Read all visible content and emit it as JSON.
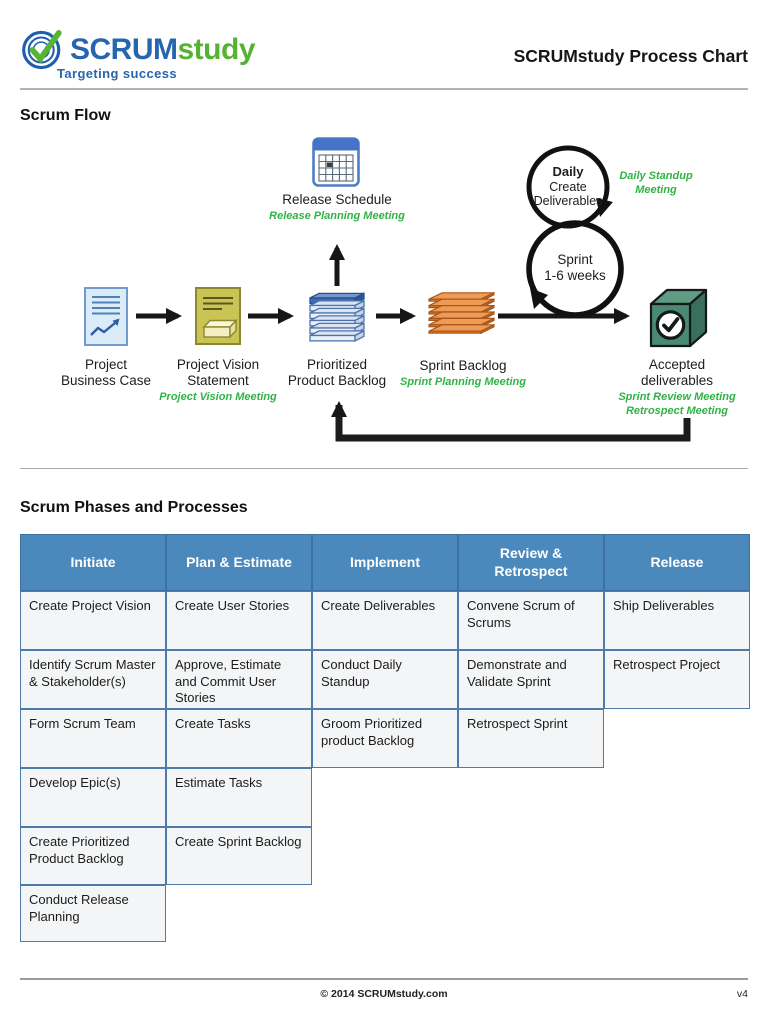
{
  "header": {
    "logo_text_primary": "SCRUM",
    "logo_text_secondary": "study",
    "tagline": "Targeting success",
    "title": "SCRUMstudy Process Chart"
  },
  "flow": {
    "heading": "Scrum Flow",
    "release_schedule": {
      "label": "Release Schedule",
      "meeting": "Release Planning Meeting"
    },
    "nodes": {
      "business_case": {
        "line1": "Project",
        "line2": "Business Case"
      },
      "vision_statement": {
        "line1": "Project Vision",
        "line2": "Statement",
        "meeting": "Project Vision Meeting"
      },
      "product_backlog": {
        "line1": "Prioritized",
        "line2": "Product Backlog"
      },
      "sprint_backlog": {
        "line1": "Sprint Backlog",
        "meeting": "Sprint Planning Meeting"
      },
      "accepted_deliverables": {
        "line1": "Accepted",
        "line2": "deliverables",
        "meeting1": "Sprint Review Meeting",
        "meeting2": "Retrospect Meeting"
      }
    },
    "daily_loop": {
      "line1": "Daily",
      "line2": "Create",
      "line3": "Deliverables",
      "meeting_line1": "Daily Standup",
      "meeting_line2": "Meeting"
    },
    "sprint_loop": {
      "line1": "Sprint",
      "line2": "1-6 weeks"
    }
  },
  "phases": {
    "heading": "Scrum Phases and Processes",
    "columns": [
      "Initiate",
      "Plan & Estimate",
      "Implement",
      "Review & Retrospect",
      "Release"
    ],
    "rows": [
      [
        "Create Project Vision",
        "Create User Stories",
        "Create Deliverables",
        "Convene Scrum of Scrums",
        "Ship Deliverables"
      ],
      [
        "Identify Scrum Master & Stakeholder(s)",
        "Approve, Estimate and Commit User Stories",
        "Conduct Daily Standup",
        "Demonstrate and Validate Sprint",
        "Retrospect Project"
      ],
      [
        "Form Scrum Team",
        "Create Tasks",
        "Groom Prioritized product Backlog",
        "Retrospect Sprint"
      ],
      [
        "Develop Epic(s)",
        "Estimate Tasks"
      ],
      [
        "Create Prioritized Product Backlog",
        "Create Sprint Backlog"
      ],
      [
        "Conduct Release Planning"
      ]
    ]
  },
  "footer": {
    "copyright": "© 2014 SCRUMstudy.com",
    "version": "v4"
  },
  "icons": {
    "logo": "scrumstudy-check-logo",
    "release_schedule": "calendar-icon",
    "business_case": "document-chart-icon",
    "vision_statement": "document-box-icon",
    "product_backlog": "layered-stack-icon",
    "sprint_backlog": "orange-sheets-icon",
    "accepted_deliverables": "cube-check-icon"
  },
  "colors": {
    "accent_green": "#2fb344",
    "logo_blue": "#2566ae",
    "logo_green": "#55b331",
    "table_header_bg": "#4b89bc",
    "table_border": "#4e7ba8",
    "cell_bg": "#f4f5f6",
    "arrow_black": "#161616",
    "cube_green": "#4a8a70",
    "stack_blue": "#3f6cb4",
    "sheet_orange": "#ec9550"
  }
}
